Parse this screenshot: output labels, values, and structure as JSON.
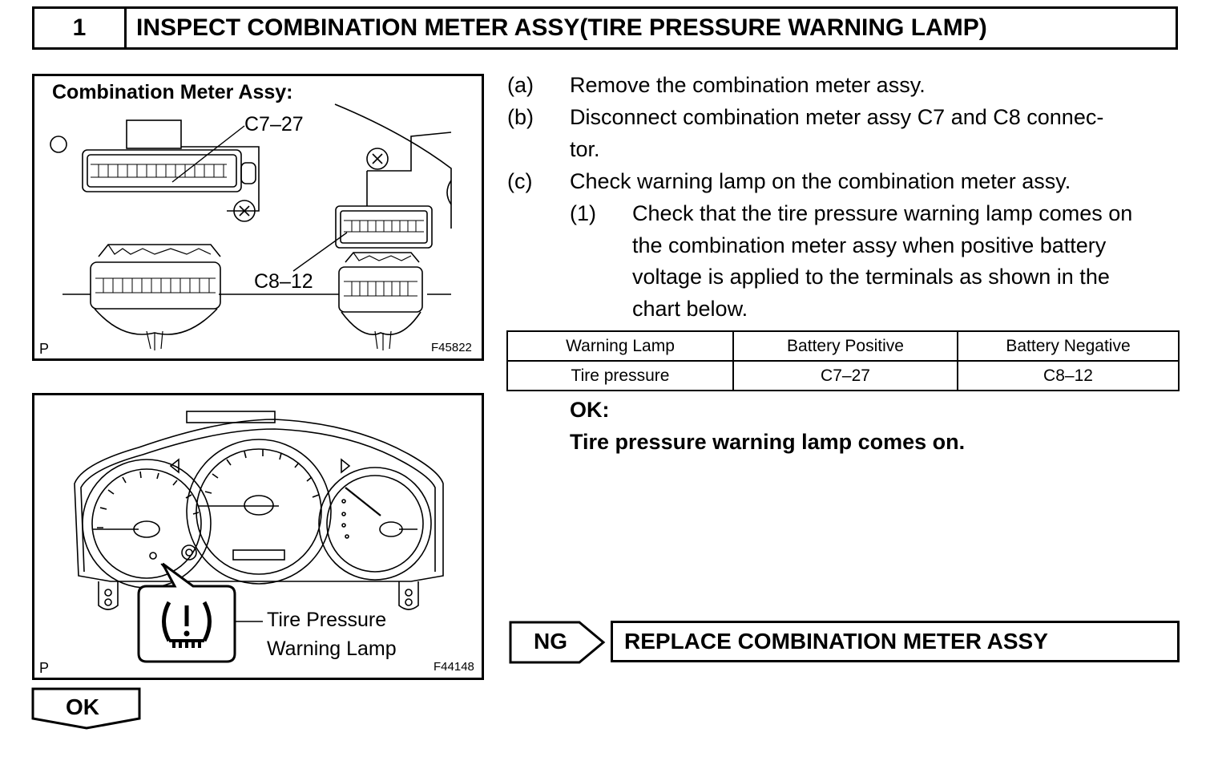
{
  "step": {
    "number": "1",
    "title": "INSPECT COMBINATION METER ASSY(TIRE PRESSURE WARNING LAMP)"
  },
  "figure1": {
    "title": "Combination Meter Assy:",
    "label_c7": "C7–27",
    "label_c8": "C8–12",
    "corner_left": "P",
    "figure_id": "F45822"
  },
  "figure2": {
    "lamp_label_line1": "Tire Pressure",
    "lamp_label_line2": "Warning Lamp",
    "corner_left": "P",
    "figure_id": "F44148"
  },
  "instructions": [
    {
      "label": "(a)",
      "text": "Remove the combination meter assy."
    },
    {
      "label": "(b)",
      "text_line1": "Disconnect combination meter assy C7 and C8 connec-",
      "text_line2": "tor."
    },
    {
      "label": "(c)",
      "text": "Check warning lamp on the combination meter assy."
    }
  ],
  "substep": {
    "label": "(1)",
    "lines": [
      "Check that the tire pressure warning lamp comes on",
      "the combination meter assy when positive battery",
      "voltage is applied to the terminals as shown in the",
      "chart below."
    ]
  },
  "table": {
    "headers": [
      "Warning Lamp",
      "Battery Positive",
      "Battery Negative"
    ],
    "rows": [
      [
        "Tire pressure",
        "C7–27",
        "C8–12"
      ]
    ]
  },
  "ok_result": {
    "label": "OK:",
    "text": "Tire pressure warning lamp comes on."
  },
  "ng_branch": {
    "label": "NG",
    "action": "REPLACE COMBINATION METER ASSY"
  },
  "ok_branch": {
    "label": "OK"
  }
}
